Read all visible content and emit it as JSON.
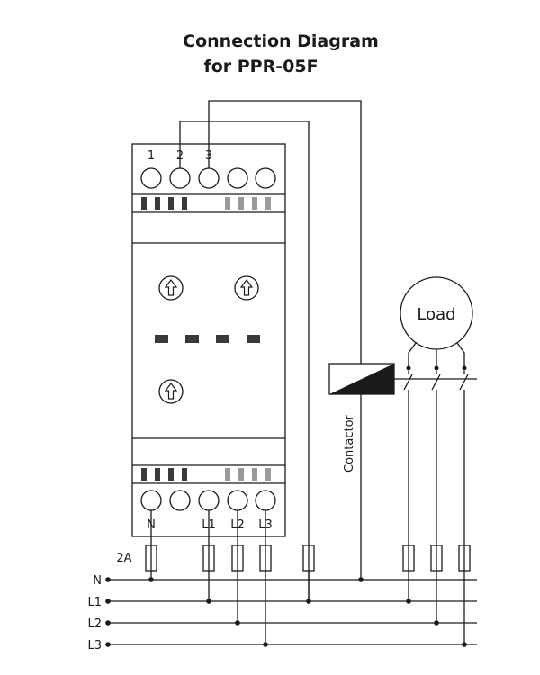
{
  "title": {
    "line1": "Connection Diagram",
    "line2": "for PPR-05F"
  },
  "device": {
    "top_terminal_labels": [
      "1",
      "2",
      "3"
    ],
    "bottom_terminal_labels": [
      "N",
      "L1",
      "L2",
      "L3"
    ],
    "fuse_label": "2A"
  },
  "load_label": "Load",
  "contactor_label": "Contactor",
  "rails": [
    "N",
    "L1",
    "L2",
    "L3"
  ],
  "colors": {
    "line": "#1a1a1a",
    "led_dark": "#3a3a3a",
    "led_light": "#9a9a9a",
    "background": "#ffffff"
  }
}
